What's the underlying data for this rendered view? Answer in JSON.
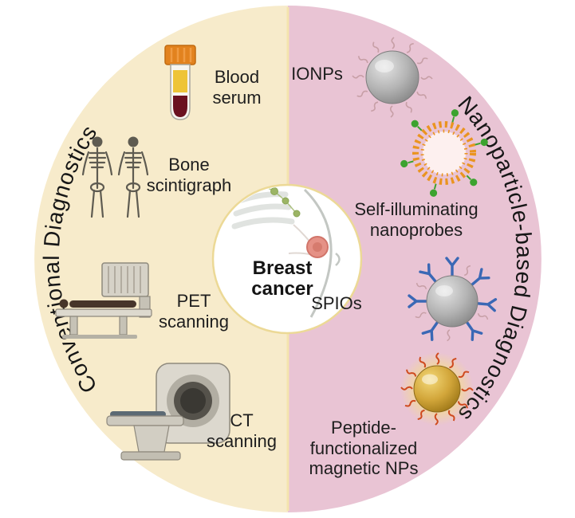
{
  "diagram": {
    "center": {
      "title": "Breast cancer"
    },
    "left_section": {
      "label": "Conventional Diagnostics",
      "background": "#f7ebcb",
      "items": [
        {
          "label": "Blood serum",
          "icon": "blood-serum-tube-icon"
        },
        {
          "label": "Bone scintigraph",
          "icon": "skeleton-scintigraph-icon"
        },
        {
          "label": "PET scanning",
          "icon": "pet-scanner-icon"
        },
        {
          "label": "CT scanning",
          "icon": "ct-scanner-icon"
        }
      ]
    },
    "right_section": {
      "label": "Nanoparticle-based Diagnostics",
      "background": "#e9c4d4",
      "items": [
        {
          "label": "IONPs",
          "icon": "iron-oxide-nanoparticle-icon"
        },
        {
          "label": "Self-illuminating nanoprobes",
          "icon": "liposome-nanoprobe-icon"
        },
        {
          "label": "SPIOs",
          "icon": "antibody-coated-nanoparticle-icon"
        },
        {
          "label": "Peptide-functionalized magnetic NPs",
          "icon": "magnetic-nanoparticle-icon"
        }
      ]
    },
    "colors": {
      "left_half": "#f7ebcb",
      "right_half": "#e9c4d4",
      "divider": "#f4e4ae",
      "center_ring": "#ecd996",
      "text": "#1d1d1d",
      "tumor": "#e59186",
      "lymph_green": "#9cb565",
      "gold_nanoparticle": "#d2a63a",
      "gray_nanoparticle": "#b4b4b4",
      "liposome_orange": "#ea9420",
      "probe_green": "#3ca32f",
      "antibody_blue": "#3a68b5",
      "peptide_red": "#cf4a1e"
    }
  }
}
